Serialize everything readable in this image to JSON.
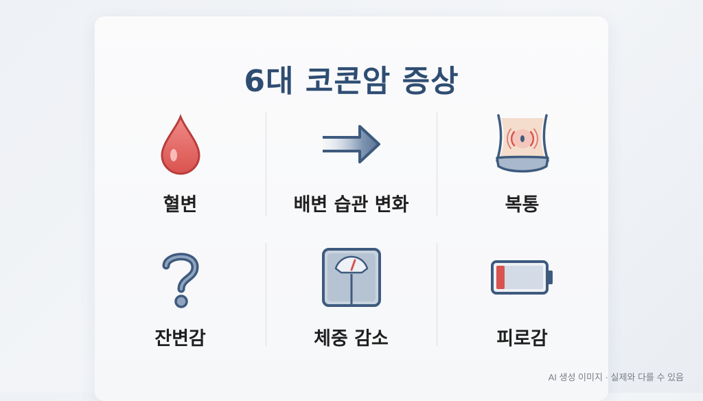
{
  "title": "6대 코콘암 증상",
  "symptoms": [
    {
      "label": "혈변",
      "icon": "blood-drop-icon"
    },
    {
      "label": "배변 습관 변화",
      "icon": "arrow-right-icon"
    },
    {
      "label": "복통",
      "icon": "abdomen-pain-icon"
    },
    {
      "label": "잔변감",
      "icon": "question-mark-icon"
    },
    {
      "label": "체중 감소",
      "icon": "weight-scale-icon"
    },
    {
      "label": "피로감",
      "icon": "low-battery-icon"
    }
  ],
  "caption": "AI 생성 이미지 · 실제와 다를 수 있음",
  "colors": {
    "title": "#2f4d72",
    "icon_stroke": "#3e5a7e",
    "accent_red": "#d9534f"
  }
}
